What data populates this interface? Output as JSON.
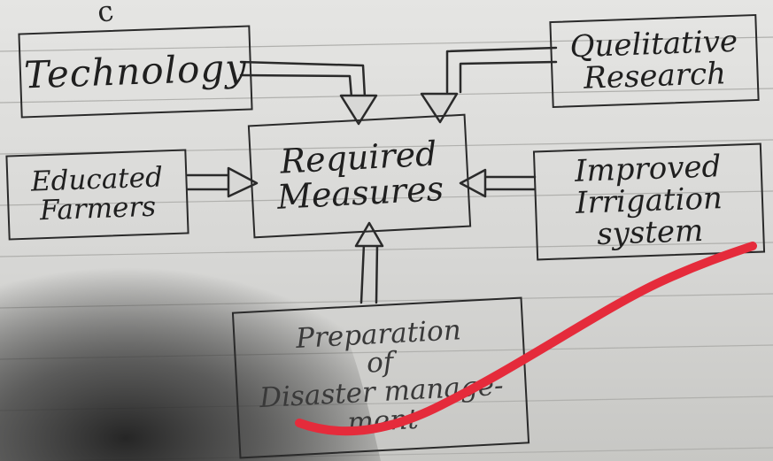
{
  "boxes": {
    "technology": "Technology",
    "qualitative_research": "Quelitative\nResearch",
    "educated_farmers": "Educated\nFarmers",
    "required_measures": "Required\nMeasures",
    "improved_irrigation": "Improved\nIrrigation\nsystem",
    "disaster_preparation": "Preparation\nof\nDisaster manage-\nment"
  },
  "top_fragment": "c",
  "colors": {
    "ink": "#2a2a2a",
    "highlight": "#e52b3b"
  }
}
